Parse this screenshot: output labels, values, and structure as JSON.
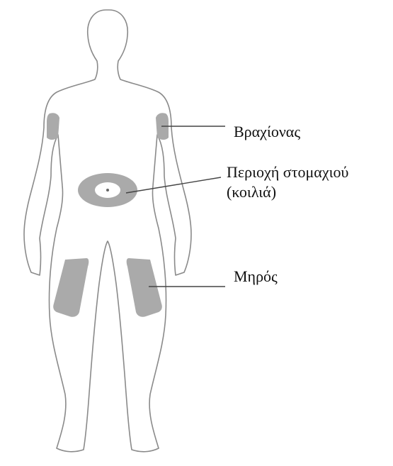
{
  "figure": {
    "subject": "human-body-front-outline",
    "colors": {
      "outline": "#8a8a8a",
      "zone_fill": "#aaaaaa",
      "leader_line": "#444444",
      "text": "#111111",
      "background": "#ffffff"
    },
    "labels": {
      "arm": "Βραχίονας",
      "abdomen_line1": "Περιοχή στομαχιού",
      "abdomen_line2": "(κοιλιά)",
      "thigh": "Μηρός"
    }
  }
}
